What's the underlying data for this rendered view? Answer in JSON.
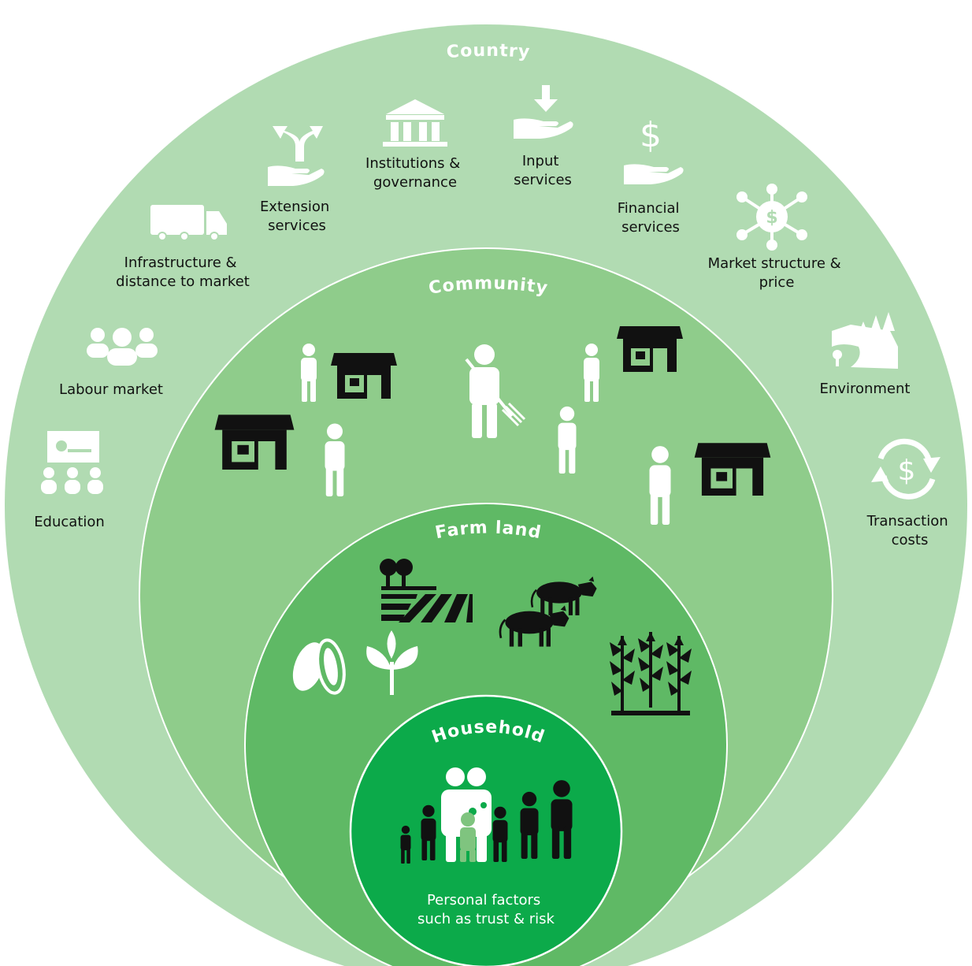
{
  "rings": {
    "country": {
      "title": "Country",
      "color": "#b1dbb2"
    },
    "community": {
      "title": "Community",
      "color": "#8fcc8b"
    },
    "farmland": {
      "title": "Farm land",
      "color": "#5fb965"
    },
    "household": {
      "title": "Household",
      "color": "#0caa4a"
    }
  },
  "country_factors": {
    "education": {
      "lines": [
        "Education"
      ],
      "icon": "classroom-icon"
    },
    "labour": {
      "lines": [
        "Labour market"
      ],
      "icon": "group-of-people-icon"
    },
    "infrastructure": {
      "lines": [
        "Infrastructure &",
        "distance to market"
      ],
      "icon": "truck-icon"
    },
    "extension": {
      "lines": [
        "Extension",
        "services"
      ],
      "icon": "hand-with-arrows-icon"
    },
    "institutions": {
      "lines": [
        "Institutions &",
        "governance"
      ],
      "icon": "government-building-icon"
    },
    "input": {
      "lines": [
        "Input",
        "services"
      ],
      "icon": "hand-receiving-icon"
    },
    "financial": {
      "lines": [
        "Financial",
        "services"
      ],
      "icon": "hand-with-dollar-icon"
    },
    "market": {
      "lines": [
        "Market structure &",
        "price"
      ],
      "icon": "market-network-icon"
    },
    "environment": {
      "lines": [
        "Environment"
      ],
      "icon": "landscape-icon"
    },
    "transaction": {
      "lines": [
        "Transaction",
        "costs"
      ],
      "icon": "dollar-cycle-icon"
    }
  },
  "household": {
    "lines": [
      "Personal factors",
      "such as trust & risk"
    ],
    "icon": "family-icon"
  },
  "icons": {
    "community": [
      "person-icon",
      "house-icon",
      "farmer-with-pitchfork-icon"
    ],
    "farmland": [
      "field-with-trees-icon",
      "cattle-icon",
      "cocoa-pod-icon",
      "seedling-icon",
      "maize-crop-icon"
    ]
  }
}
